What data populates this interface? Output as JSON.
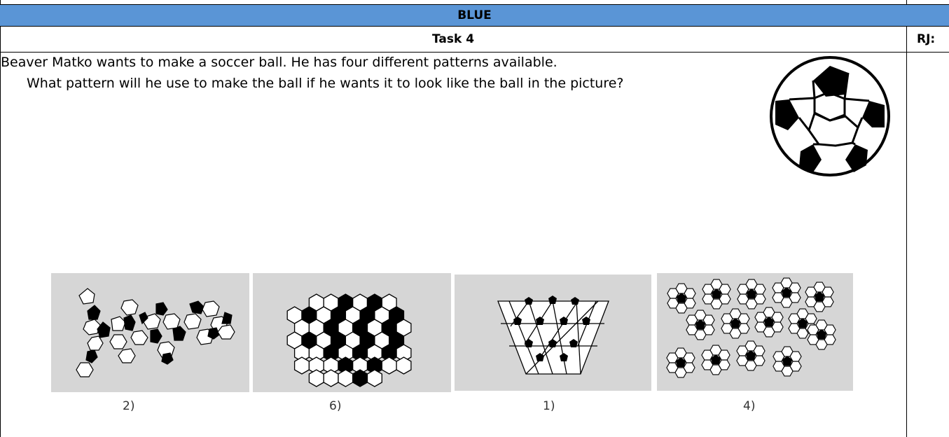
{
  "header": {
    "color_label": "BLUE",
    "color_hex": "#5a95d6"
  },
  "task": {
    "title": "Task 4",
    "rj_label": "RJ:"
  },
  "question": {
    "line1": "Beaver Matko wants to make a soccer ball. He has four different patterns available.",
    "line2": "What pattern will he use to make the ball if he wants it to look like the ball in the picture?"
  },
  "ball_image": {
    "icon": "soccer-ball-icon"
  },
  "options": [
    {
      "label": "2)",
      "icon": "pattern-net-hex-pent-icon"
    },
    {
      "label": "6)",
      "icon": "pattern-hexagon-grid-icon"
    },
    {
      "label": "1)",
      "icon": "pattern-triangle-pentagon-icon"
    },
    {
      "label": "4)",
      "icon": "pattern-hexagon-clusters-icon"
    }
  ]
}
